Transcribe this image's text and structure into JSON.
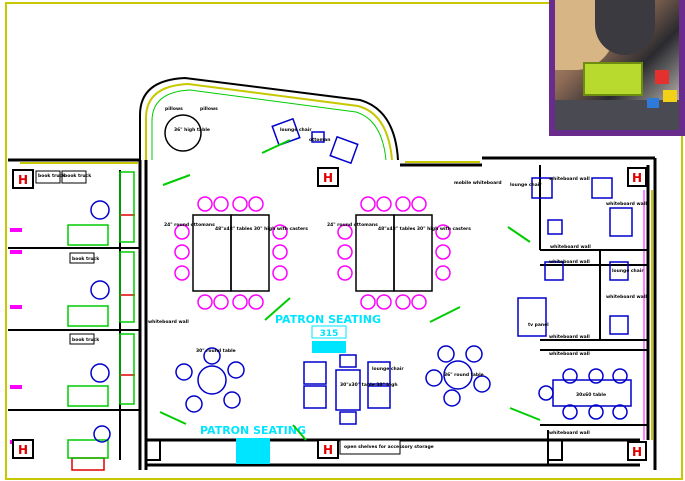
{
  "labels": {
    "pillow_left": "pillows",
    "pillow_right": "pillows",
    "high_table": "36\" high table",
    "lounge_chair_top": "lounge chair",
    "ottoman_top": "ottoman",
    "book_truck_1": "book truck",
    "book_truck_2": "book truck",
    "book_truck_3": "book truck",
    "book_truck_4": "book truck",
    "ottomans_left": "24\" round ottomans",
    "tables_left": "48\"x48\" tables 30\" high with casters",
    "ottomans_right": "24\" round ottomans",
    "tables_right": "48\"x48\" tables 30\" high with casters",
    "mobile_whiteboard": "mobile whiteboard",
    "lounge_chair_right": "lounge chair",
    "whiteboard_wall_1": "whiteboard wall",
    "whiteboard_wall_2": "whiteboard wall",
    "whiteboard_wall_3": "whiteboard wall",
    "whiteboard_wall_4": "whiteboard wall",
    "whiteboard_wall_5": "whiteboard wall",
    "whiteboard_wall_6": "whiteboard wall",
    "whiteboard_wall_7": "whiteboard wall",
    "whiteboard_wall_8": "whiteboard wall",
    "whiteboard_wall_left": "whiteboard wall",
    "lounge_chair_mid": "lounge chair",
    "patron_seating_top": "PATRON SEATING",
    "room_number": "315",
    "patron_seating_bottom": "PATRON SEATING",
    "table_30_round": "30\" round table",
    "lounge_table": "30\"x30\" table 30\" high",
    "lounge_chair_small": "lounge chair",
    "round_table_right": "36\" round table",
    "table_30x60": "30x60 table",
    "tv_panel": "tv panel",
    "open_shelves": "open shelves for accessory storage",
    "cab_1": "H",
    "cab_2": "H",
    "cab_3": "H",
    "cab_4": "H",
    "cab_5": "H",
    "cab_6": "H"
  },
  "colors": {
    "wall": "#000000",
    "window": "#c8c800",
    "furniture_blue": "#0000cc",
    "ottoman_magenta": "#ff00ff",
    "door_green": "#00cc00",
    "label_cyan": "#00e5ff",
    "cabinet_red": "#e00000",
    "photo_frame": "#6a2c8c"
  }
}
